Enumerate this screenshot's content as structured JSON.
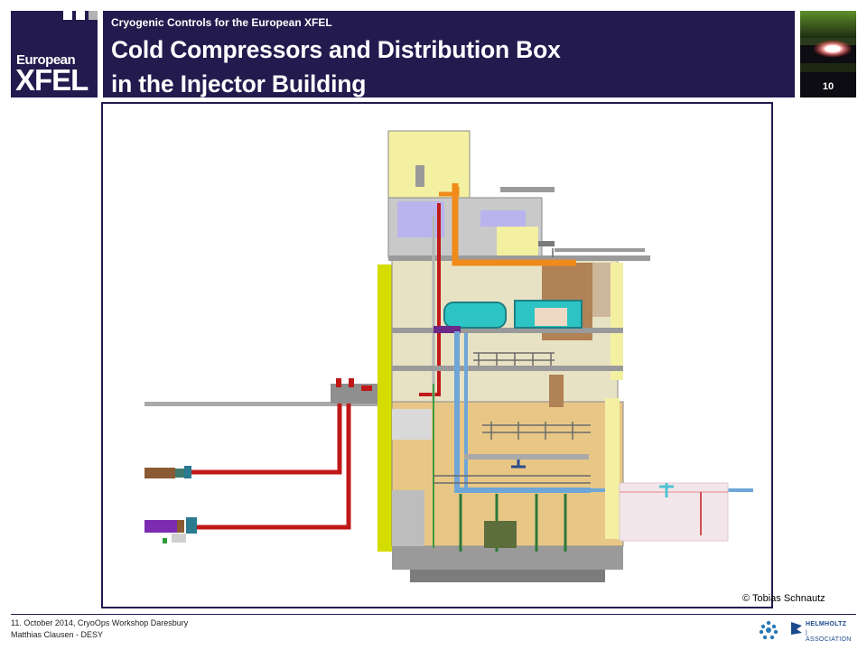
{
  "logo": {
    "line1": "European",
    "line2": "XFEL"
  },
  "header": {
    "subtitle": "Cryogenic Controls for the European XFEL",
    "title_line1": "Cold Compressors and Distribution Box",
    "title_line2": "in the Injector Building"
  },
  "slide_number": "10",
  "credit": "© Tobias Schnautz",
  "footer": {
    "line1": "11. October 2014, CryoOps Workshop Daresbury",
    "line2": "Matthias Clausen - DESY"
  },
  "partner_logos": {
    "helmholtz_line1": "HELMHOLTZ",
    "helmholtz_line2": "| ASSOCIATION"
  },
  "icons": [
    "xfel-logo",
    "desy-logo-icon",
    "helmholtz-logo-icon"
  ],
  "colors": {
    "brand_navy": "#231a4e",
    "accent_green": "#7bc143",
    "accent_gray": "#b3b3b3"
  }
}
